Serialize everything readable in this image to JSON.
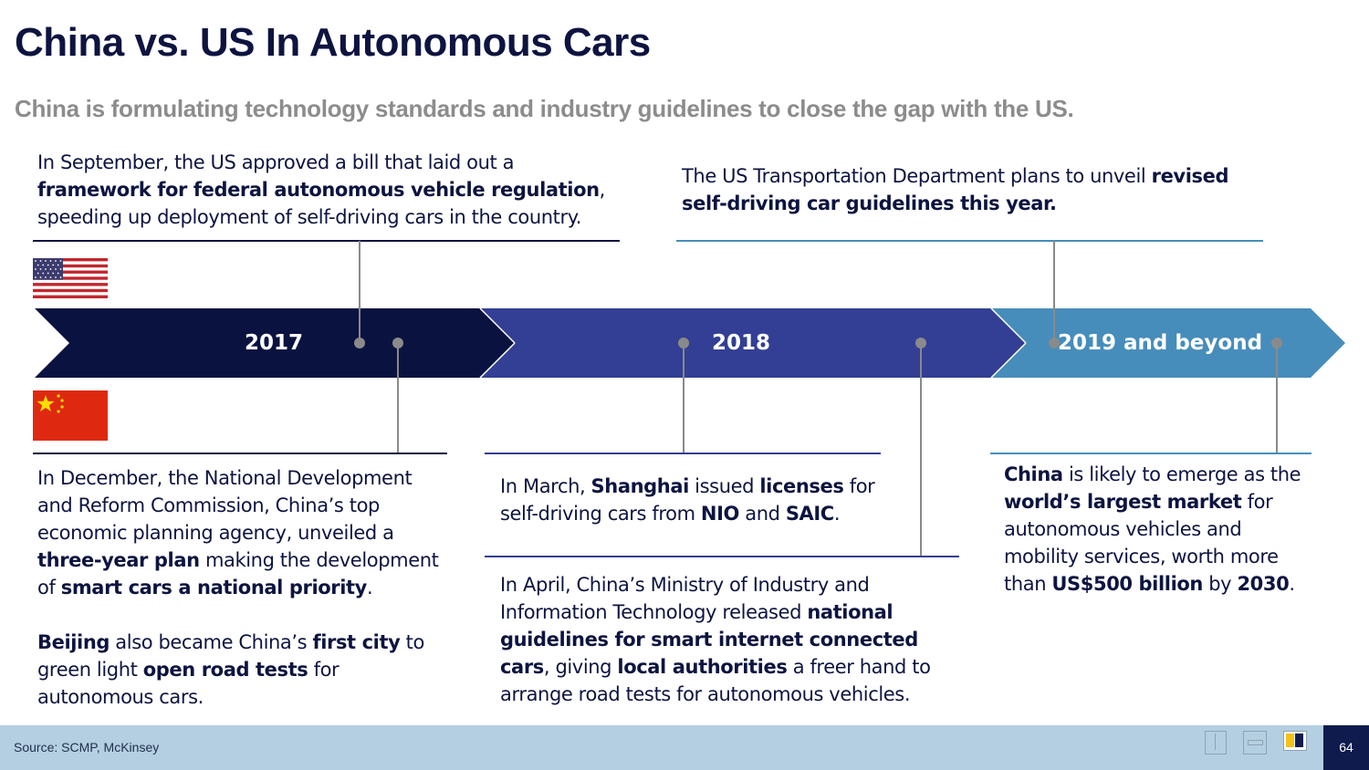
{
  "page": {
    "title": "China vs. US In Autonomous Cars",
    "subtitle": "China is formulating technology standards and industry guidelines to close the gap with the US."
  },
  "timeline": {
    "segments": [
      {
        "label": "2017",
        "color": "#0a1240"
      },
      {
        "label": "2018",
        "color": "#323f94"
      },
      {
        "label": "2019 and beyond",
        "color": "#478dbb"
      }
    ]
  },
  "us_events": [
    {
      "parts": [
        {
          "t": "In September, the US approved a bill that laid out a "
        },
        {
          "t": "framework for federal autonomous vehicle regulation",
          "b": true
        },
        {
          "t": ", speeding up deployment of self-driving cars in the country."
        }
      ]
    },
    {
      "parts": [
        {
          "t": "The US Transportation Department plans to unveil "
        },
        {
          "t": "revised self-driving car guidelines this year.",
          "b": true
        }
      ]
    }
  ],
  "china_events": [
    {
      "parts": [
        {
          "t": "In December, the National Development and Reform Commission, China’s top economic planning agency, unveiled a "
        },
        {
          "t": "three-year plan",
          "b": true
        },
        {
          "t": " making the development of "
        },
        {
          "t": "smart cars a national priority",
          "b": true
        },
        {
          "t": "."
        }
      ]
    },
    {
      "parts": [
        {
          "t": "Beijing",
          "b": true
        },
        {
          "t": " also became China’s "
        },
        {
          "t": "first city",
          "b": true
        },
        {
          "t": " to green light "
        },
        {
          "t": "open road tests",
          "b": true
        },
        {
          "t": " for autonomous cars."
        }
      ]
    },
    {
      "parts": [
        {
          "t": "In March, "
        },
        {
          "t": "Shanghai",
          "b": true
        },
        {
          "t": " issued "
        },
        {
          "t": "licenses",
          "b": true
        },
        {
          "t": " for self-driving cars from "
        },
        {
          "t": "NIO",
          "b": true
        },
        {
          "t": " and "
        },
        {
          "t": "SAIC",
          "b": true
        },
        {
          "t": "."
        }
      ]
    },
    {
      "parts": [
        {
          "t": "In April, China’s Ministry of Industry and Information Technology released "
        },
        {
          "t": "national guidelines for smart internet connected cars",
          "b": true
        },
        {
          "t": ", giving "
        },
        {
          "t": "local authorities",
          "b": true
        },
        {
          "t": " a freer hand to arrange road tests for autonomous vehicles."
        }
      ]
    },
    {
      "parts": [
        {
          "t": "China",
          "b": true
        },
        {
          "t": " is likely to emerge as the "
        },
        {
          "t": "world’s largest market",
          "b": true
        },
        {
          "t": " for autonomous vehicles and mobility services, worth more than "
        },
        {
          "t": "US$500 billion",
          "b": true
        },
        {
          "t": " by "
        },
        {
          "t": "2030",
          "b": true
        },
        {
          "t": "."
        }
      ]
    }
  ],
  "flags": {
    "us": "us-flag-icon",
    "china": "china-flag-icon"
  },
  "footer": {
    "source": "Source: SCMP, McKinsey",
    "page_number": "64"
  },
  "colors": {
    "navy": "#0d1440",
    "mid_blue": "#323f94",
    "light_blue": "#478dbb",
    "footer_bg": "#b4cfe1",
    "connector": "#8a8a8a"
  }
}
